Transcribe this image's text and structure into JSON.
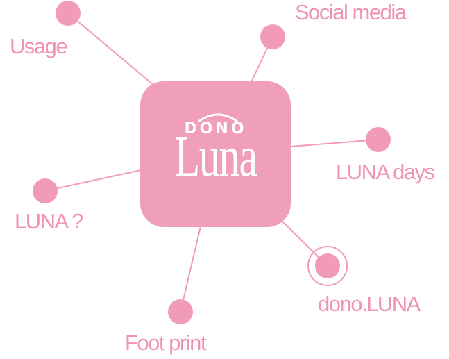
{
  "colors": {
    "accent": "#f09fbb",
    "dot": "#f29bb8",
    "line": "#f29bb8",
    "label": "#f093b3",
    "logo_text": "#ffffff"
  },
  "logo": {
    "line1": "DONO",
    "line2": "Luna"
  },
  "nodes": [
    {
      "id": "usage",
      "label": "Usage",
      "active": false
    },
    {
      "id": "social-media",
      "label": "Social media",
      "active": false
    },
    {
      "id": "luna-days",
      "label": "LUNA days",
      "active": false
    },
    {
      "id": "luna-question",
      "label": "LUNA ?",
      "active": false
    },
    {
      "id": "foot-print",
      "label": "Foot print",
      "active": false
    },
    {
      "id": "dono-luna",
      "label": "dono.LUNA",
      "active": true
    }
  ]
}
